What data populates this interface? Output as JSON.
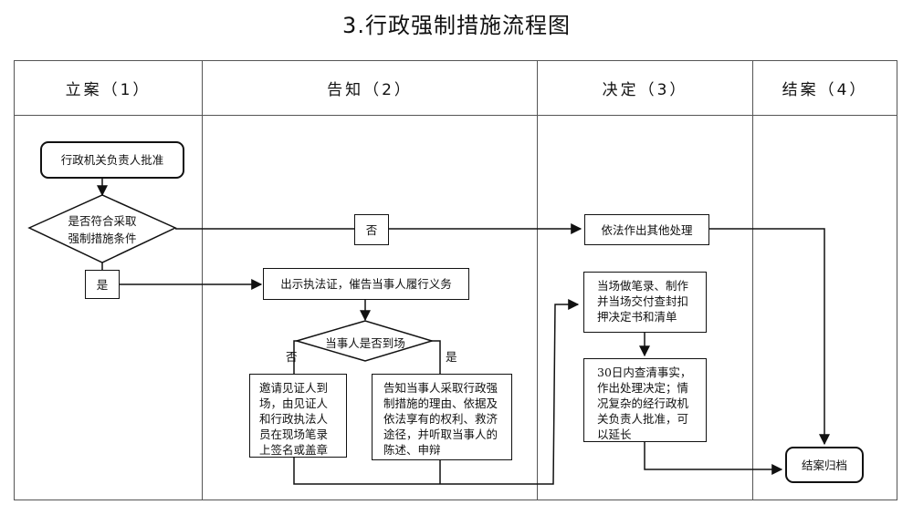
{
  "title": "3.行政强制措施流程图",
  "lanes": [
    "立案（1）",
    "告知（2）",
    "决定（3）",
    "结案（4）"
  ],
  "nodes": {
    "approve": "行政机关负责人批准",
    "condition_line1": "是否符合采取",
    "condition_line2": "强制措施条件",
    "no_label": "否",
    "yes_label": "是",
    "other_handling": "依法作出其他处理",
    "show_cert": "出示执法证，催告当事人履行义务",
    "party_present": "当事人是否到场",
    "branch_no": "否",
    "branch_yes": "是",
    "invite_witness": "邀请见证人到场，由见证人和行政执法人员在现场笔录上签名或盖章",
    "inform_party": "告知当事人采取行政强制措施的理由、依据及依法享有的权利、救济途径，并听取当事人的陈述、申辩",
    "onsite_record": "当场做笔录、制作并当场交付查封扣押决定书和清单",
    "investigate": "30日内查清事实，作出处理决定；情况复杂的经行政机关负责人批准，可以延长",
    "close_case": "结案归档"
  }
}
